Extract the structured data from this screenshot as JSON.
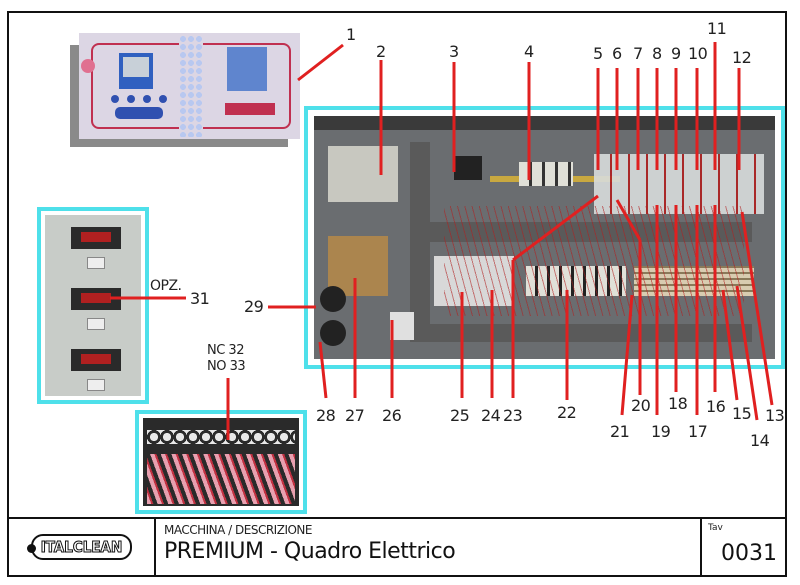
{
  "drawing": {
    "callouts_top": [
      "1",
      "2",
      "3",
      "4",
      "5",
      "6",
      "7",
      "8",
      "9",
      "10",
      "11",
      "12"
    ],
    "callouts_bottom": [
      "13",
      "14",
      "15",
      "16",
      "17",
      "18",
      "19",
      "20",
      "21",
      "22",
      "23",
      "24",
      "25",
      "26",
      "27",
      "28"
    ],
    "callout_29": "29",
    "callout_31_prefix": "OPZ.",
    "callout_31": "31",
    "callout_nc": "NC 32",
    "callout_no": "NO 33",
    "leader_color": "#e02020",
    "frame_color": "#4ee0ea",
    "images": {
      "control_panel": "front control panel with display and buttons",
      "electrical_cabinet": "electrical panel photo",
      "thermostats": "three digital thermostat displays",
      "terminal_block": "terminal block with wiring"
    }
  },
  "titleblock": {
    "logo": "ITALCLEAN",
    "caption": "MACCHINA / DESCRIZIONE",
    "title": "PREMIUM - Quadro Elettrico",
    "tav_label": "Tav",
    "tav_number": "0031"
  }
}
